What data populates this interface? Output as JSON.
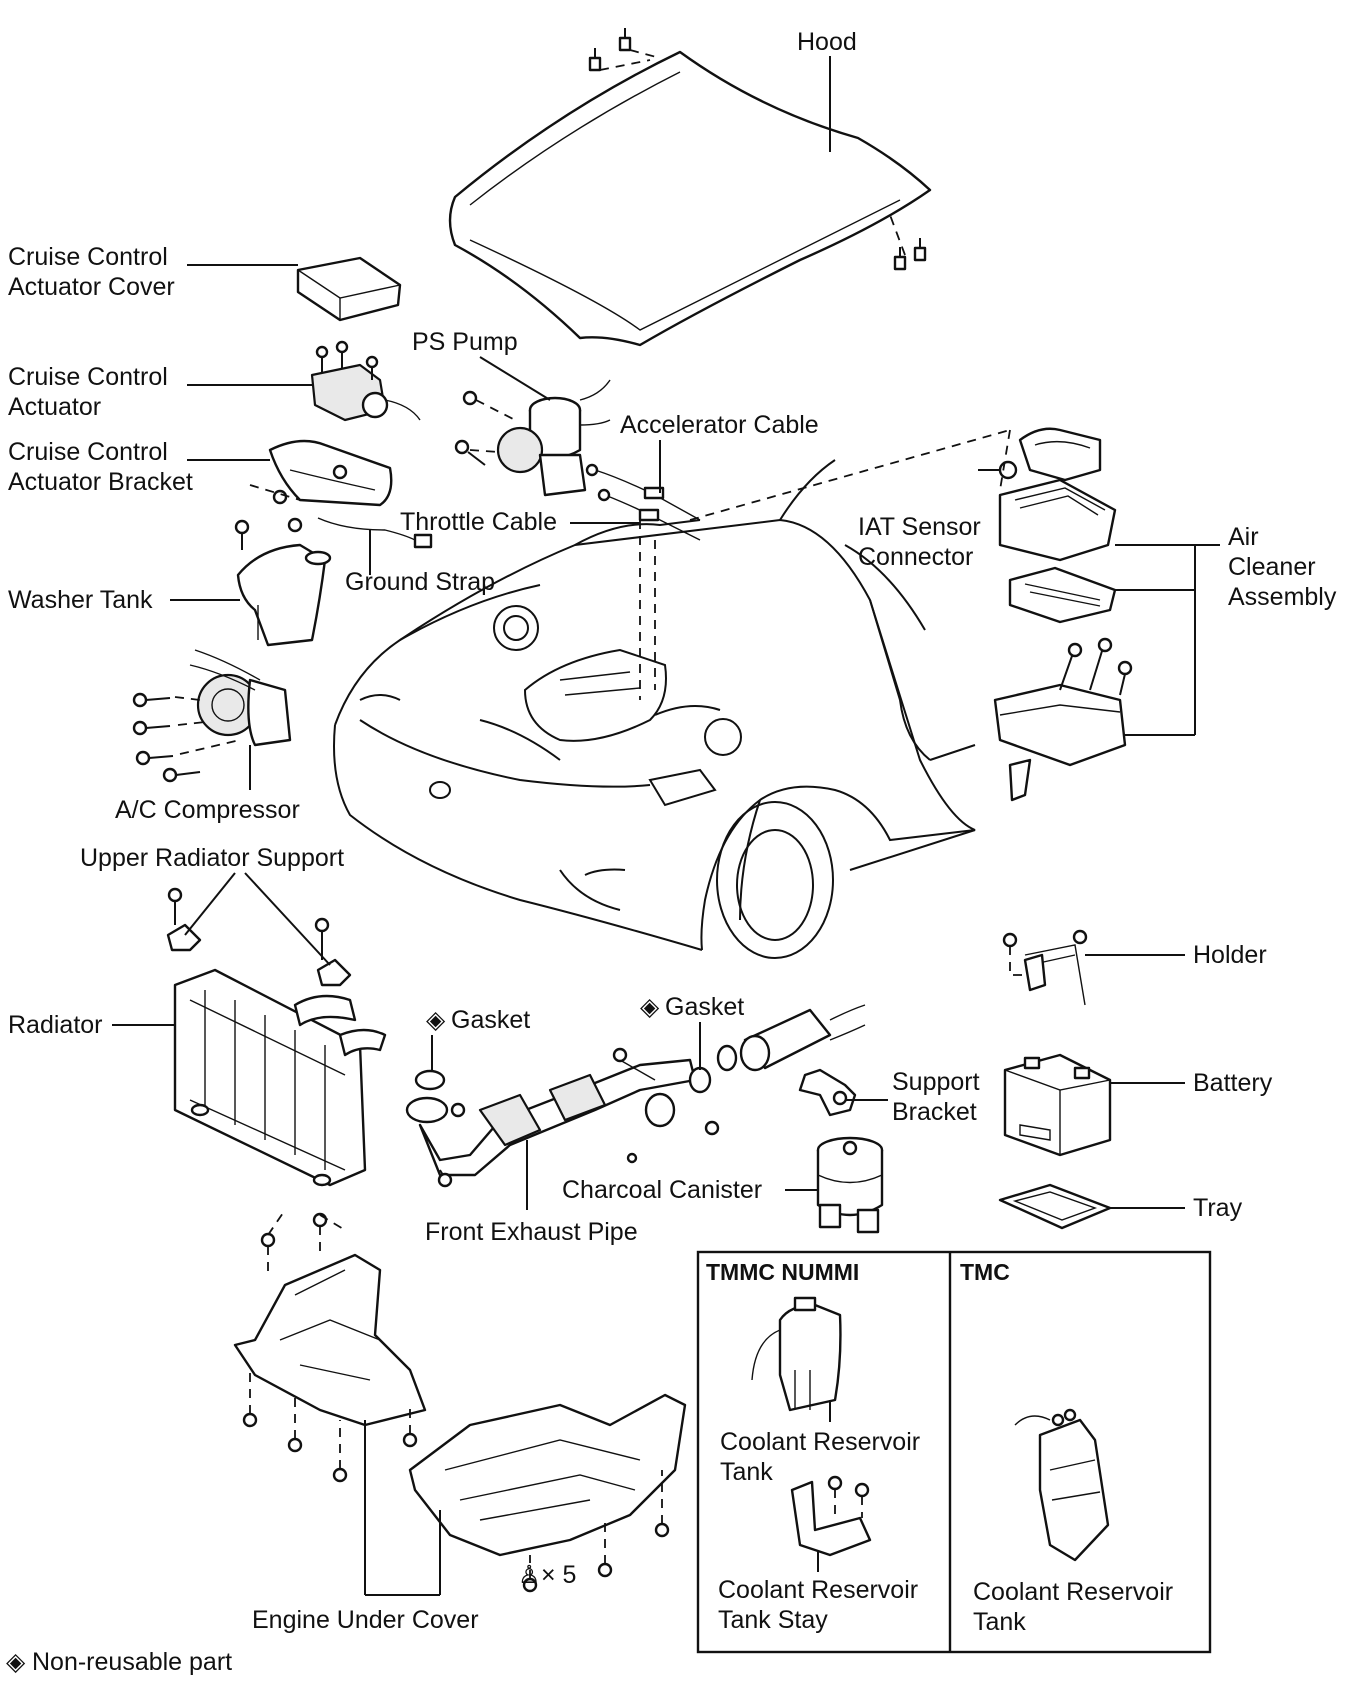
{
  "labels": {
    "hood": "Hood",
    "cruise_cover_1": "Cruise Control",
    "cruise_cover_2": "Actuator Cover",
    "ps_pump": "PS Pump",
    "cruise_act_1": "Cruise Control",
    "cruise_act_2": "Actuator",
    "accel_cable": "Accelerator Cable",
    "cruise_bracket_1": "Cruise Control",
    "cruise_bracket_2": "Actuator Bracket",
    "throttle_cable": "Throttle Cable",
    "iat_1": "IAT Sensor",
    "iat_2": "Connector",
    "air_cleaner_1": "Air",
    "air_cleaner_2": "Cleaner",
    "air_cleaner_3": "Assembly",
    "ground_strap": "Ground Strap",
    "washer_tank": "Washer Tank",
    "ac_compressor": "A/C Compressor",
    "upper_radiator_support": "Upper Radiator Support",
    "holder": "Holder",
    "radiator": "Radiator",
    "gasket_1": "Gasket",
    "gasket_2": "Gasket",
    "support_bracket_1": "Support",
    "support_bracket_2": "Bracket",
    "battery": "Battery",
    "charcoal_canister": "Charcoal Canister",
    "tray": "Tray",
    "front_exhaust_pipe": "Front Exhaust Pipe",
    "times_five": "× 5",
    "engine_under_cover": "Engine Under Cover",
    "legend": "Non-reusable part"
  },
  "inset": {
    "left_header": "TMMC NUMMI",
    "right_header": "TMC",
    "coolant_tank_1": "Coolant Reservoir",
    "coolant_tank_2": "Tank",
    "coolant_stay_1": "Coolant Reservoir",
    "coolant_stay_2": "Tank Stay",
    "tmc_tank_1": "Coolant Reservoir",
    "tmc_tank_2": "Tank"
  },
  "symbols": {
    "non_reusable": "◈",
    "bolt": "♙"
  }
}
